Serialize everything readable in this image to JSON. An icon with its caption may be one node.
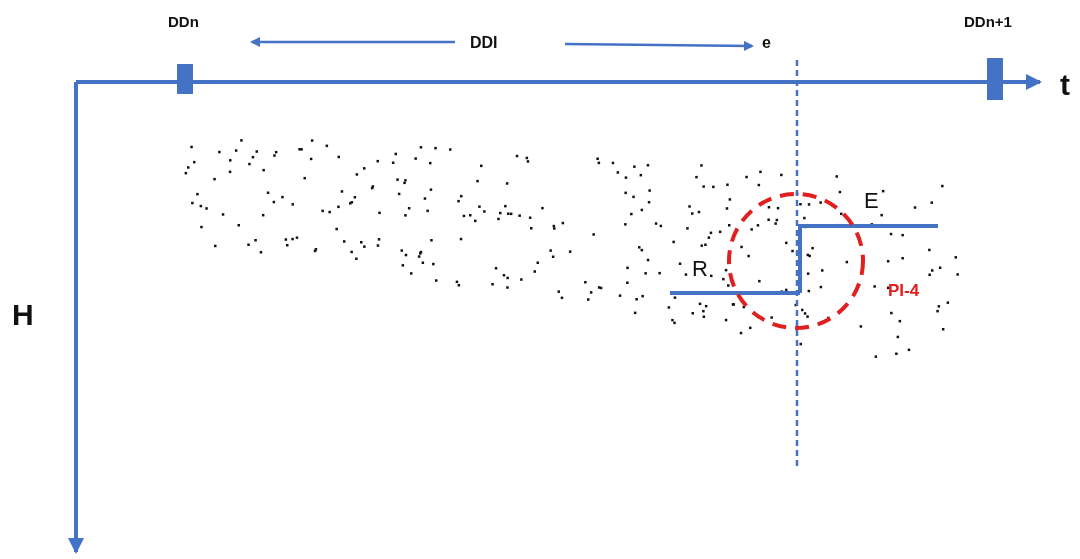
{
  "diagram": {
    "labels": [
      "DDn",
      "DDI",
      "e",
      "DDn+1",
      "t",
      "H",
      "E",
      "R",
      "PI-4"
    ]
  }
}
